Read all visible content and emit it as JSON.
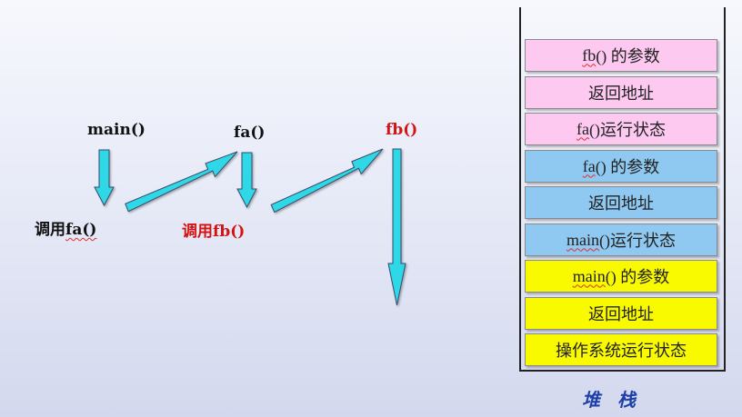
{
  "flow": {
    "main": "main()",
    "fa": "fa()",
    "fb": "fb()",
    "call_fa_prefix": "调用",
    "call_fa_name": "fa()",
    "call_fb_prefix": "调用",
    "call_fb_name": "fb()"
  },
  "colors": {
    "arrow_fill": "#2fd8e6",
    "arrow_stroke": "#3a4a6a",
    "highlight_red": "#d41414",
    "pink": "#fdc9f1",
    "blue": "#8fc8f0",
    "yellow": "#f9f900"
  },
  "stack": {
    "caption": "堆 栈",
    "cells": [
      {
        "prefix": "fb",
        "text": " () 的参数",
        "color": "pink"
      },
      {
        "prefix": "",
        "text": "返回地址",
        "color": "pink"
      },
      {
        "prefix": "fa",
        "text": " ()运行状态",
        "color": "pink"
      },
      {
        "prefix": "fa",
        "text": " () 的参数",
        "color": "blue"
      },
      {
        "prefix": "",
        "text": "返回地址",
        "color": "blue"
      },
      {
        "prefix": "main",
        "text": " ()运行状态",
        "color": "blue"
      },
      {
        "prefix": "main",
        "text": "() 的参数",
        "color": "yellow"
      },
      {
        "prefix": "",
        "text": "返回地址",
        "color": "yellow"
      },
      {
        "prefix": "",
        "text": "操作系统运行状态",
        "color": "yellow"
      }
    ]
  }
}
